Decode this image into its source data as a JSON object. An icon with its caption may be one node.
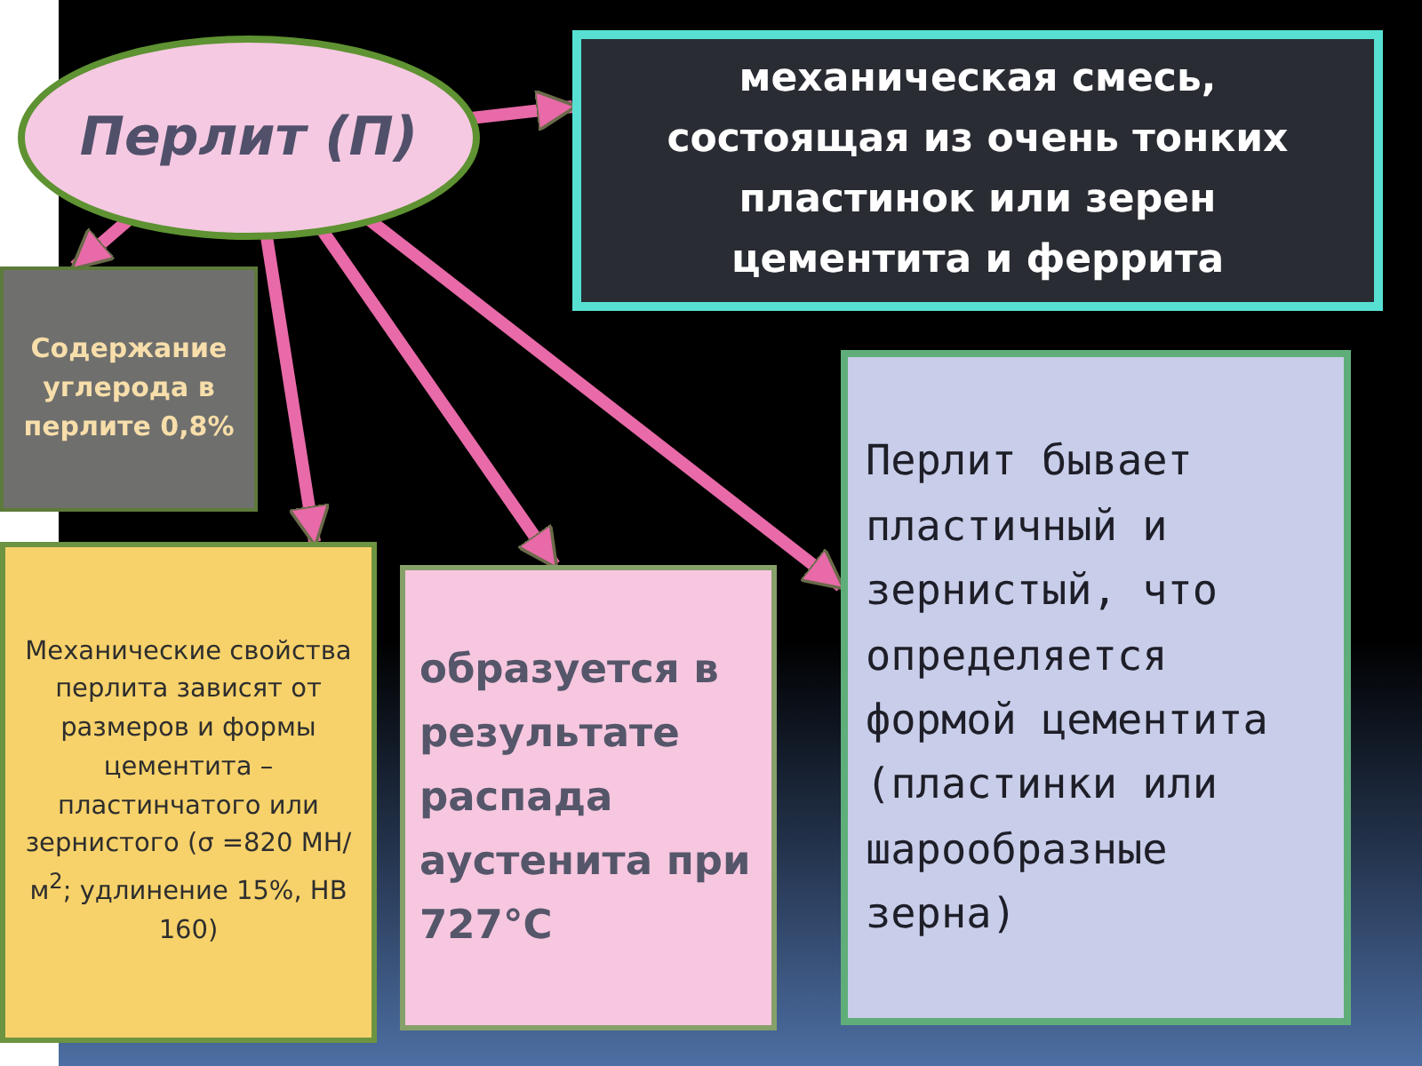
{
  "diagram": {
    "nodes": [
      {
        "text": [
          "Перлит (П)"
        ]
      },
      {
        "text": [
          "механическая смесь, состоящая из очень тонких пластинок или зерен цементита и феррита"
        ]
      },
      {
        "text": [
          "Содержание углерода в перлите 0,8%"
        ]
      },
      {
        "text": [
          "Механические свойства перлита зависят от размеров и формы цементита – пластинчатого или зернистого (σ =820 МН/м$^{2}$; удлинение 15%, НВ 160)"
        ]
      },
      {
        "text": [
          "образуется в результате распада аустенита при 727°С"
        ]
      },
      {
        "text": [
          "Перлит бывает пластичный и зернистый, что определяется формой цементита (пластинки или шарообразные зерна)"
        ]
      }
    ],
    "edges": [
      {
        "from": 0,
        "to": 1,
        "arrow": "to"
      },
      {
        "from": 0,
        "to": 2,
        "arrow": "to"
      },
      {
        "from": 0,
        "to": 3,
        "arrow": "to"
      },
      {
        "from": 0,
        "to": 4,
        "arrow": "to"
      },
      {
        "from": 0,
        "to": 5,
        "arrow": "to"
      }
    ]
  }
}
